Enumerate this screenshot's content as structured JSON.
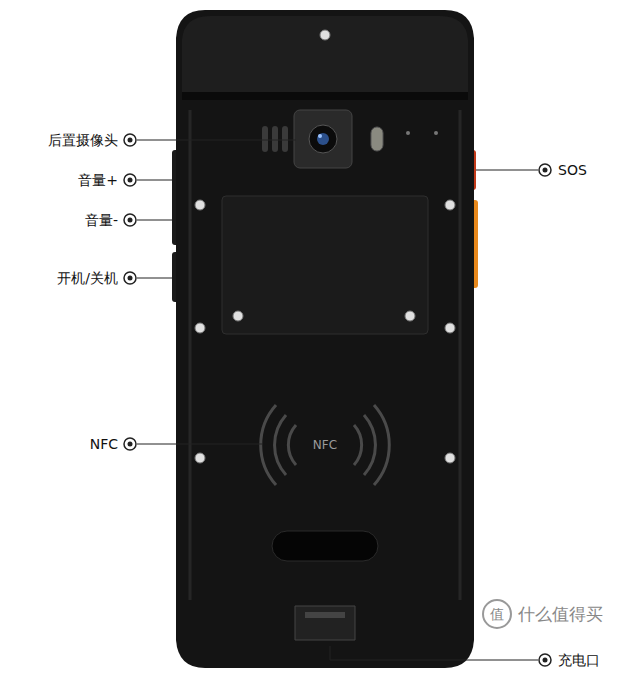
{
  "diagram": {
    "labels": [
      "后置摄像头",
      "音量+",
      "音量-",
      "开机/关机",
      "NFC",
      "NFC",
      "SOS",
      "充电口",
      "值",
      "什么值得买"
    ]
  }
}
